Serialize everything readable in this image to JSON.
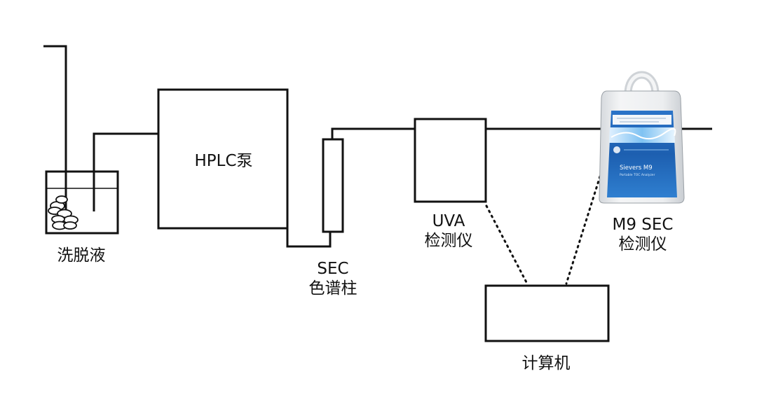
{
  "diagram": {
    "eluent": {
      "label": "洗脱液"
    },
    "pump": {
      "label": "HPLC泵"
    },
    "column": {
      "line1": "SEC",
      "line2": "色谱柱"
    },
    "uva_detector": {
      "line1": "UVA",
      "line2": "检测仪"
    },
    "m9_detector": {
      "line1": "M9 SEC",
      "line2": "检测仪",
      "device_text": "Sievers M9",
      "device_subtext": "Portable TOC Analyzer"
    },
    "computer": {
      "label": "计算机"
    }
  },
  "colors": {
    "line": "#111111",
    "device_blue": "#1f63b8",
    "device_body": "#e9ecef"
  }
}
